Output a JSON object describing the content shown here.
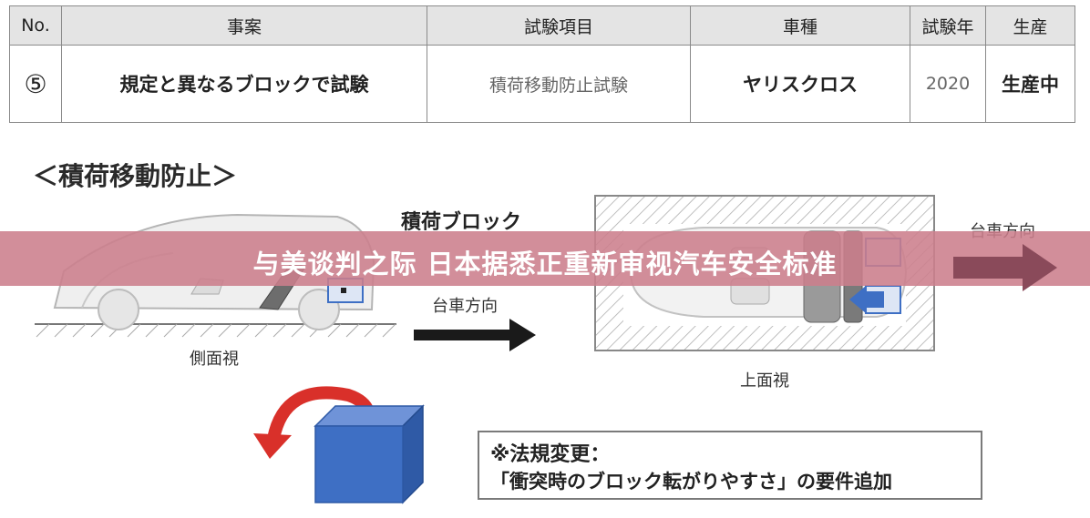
{
  "table": {
    "headers": [
      "No.",
      "事案",
      "試験項目",
      "車種",
      "試験年",
      "生産"
    ],
    "row": {
      "no": "⑤",
      "case": "規定と異なるブロックで試験",
      "test_item": "積荷移動防止試験",
      "model": "ヤリスクロス",
      "year": "2020",
      "status": "生産中"
    }
  },
  "section_title": "＜積荷移動防止＞",
  "diagram": {
    "block_label": "積荷ブロック",
    "direction_label_side": "台車方向",
    "direction_label_top": "台車方向",
    "side_view_label": "側面視",
    "top_view_label": "上面視"
  },
  "banner": {
    "text": "与美谈判之际 日本据悉正重新审视汽车安全标准",
    "color": "#cc7e8c"
  },
  "note": {
    "line1": "※法規変更：",
    "line2": "「衝突時のブロック転がりやすさ」の要件追加"
  },
  "colors": {
    "block_blue": "#3e6fc4",
    "arrow_red": "#d9302a",
    "arrow_dark": "#1a1a1a",
    "arrow_maroon": "#8a4a5a"
  }
}
